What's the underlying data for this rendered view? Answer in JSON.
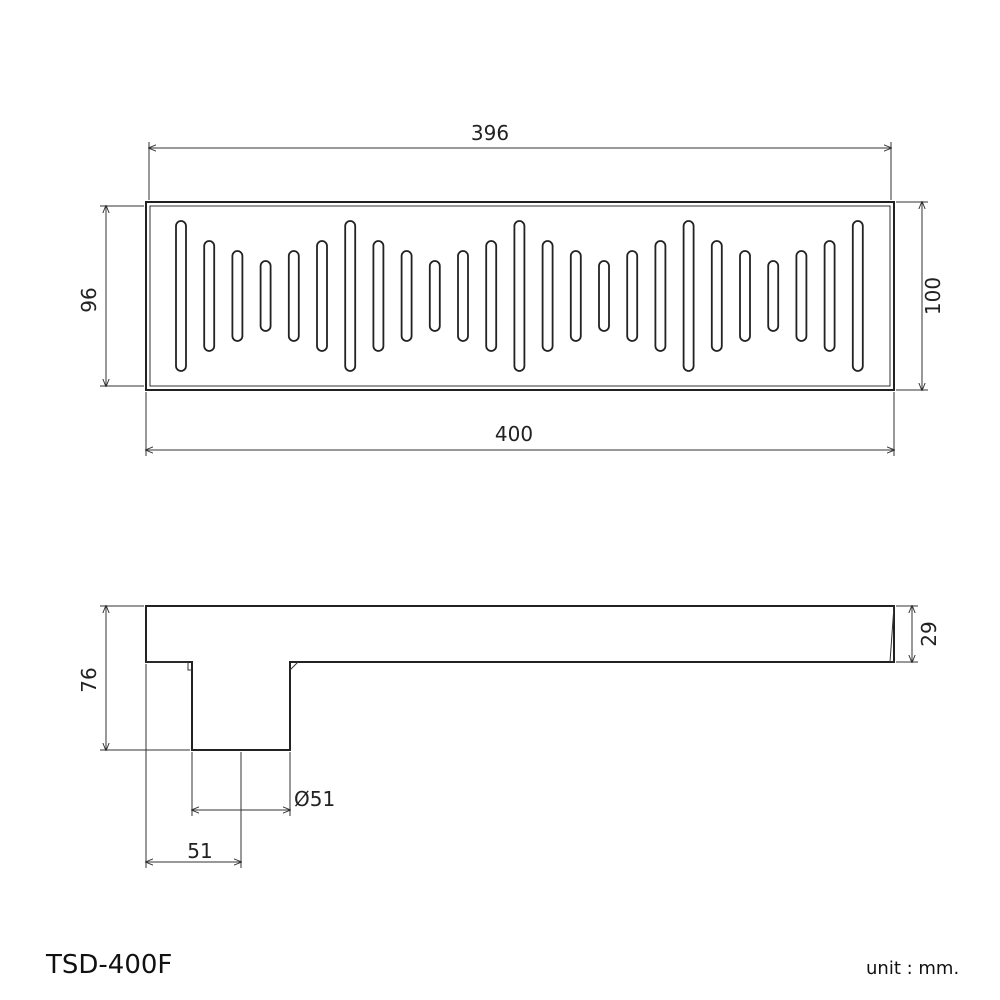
{
  "top_view": {
    "dim_inner_width": "396",
    "dim_outer_width": "400",
    "dim_inner_height": "96",
    "dim_outer_height": "100"
  },
  "side_view": {
    "dim_total_height": "76",
    "dim_body_height": "29",
    "dim_outlet_diameter": "Ø51",
    "dim_outlet_offset": "51"
  },
  "model_code": "TSD-400F",
  "unit_note": "unit : mm."
}
